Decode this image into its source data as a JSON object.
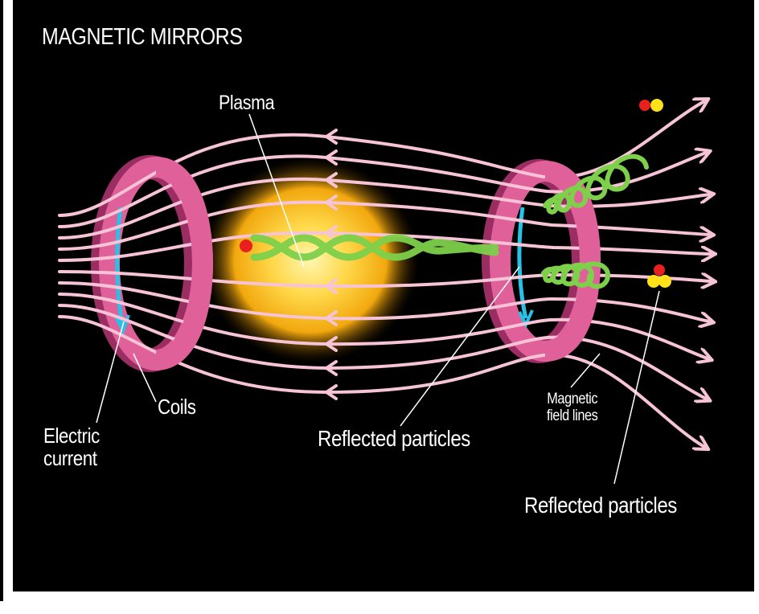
{
  "title": "MAGNETIC MIRRORS",
  "labels": {
    "plasma": "Plasma",
    "coils": "Coils",
    "electric_current_line1": "Electric",
    "electric_current_line2": "current",
    "reflected_particles_center": "Reflected particles",
    "magnetic_field_lines_line1": "Magnetic",
    "magnetic_field_lines_line2": "field lines",
    "reflected_particles_right": "Reflected particles"
  },
  "colors": {
    "background": "#000000",
    "field_line": "#f6c4d6",
    "coil": "#e0609a",
    "coil_shadow": "#9a2e63",
    "current_arrow": "#27c2e8",
    "plasma_core": "#ffe066",
    "plasma_edge": "#f0a010",
    "particle_path": "#7ed04b",
    "particle_red": "#e8201e",
    "particle_yellow": "#ffe11a",
    "label_text": "#ffffff"
  },
  "icons": {
    "left_coil": "ring-coil-icon",
    "right_coil": "ring-coil-icon",
    "current": "arrow-icon",
    "particle": "dot-icon"
  }
}
